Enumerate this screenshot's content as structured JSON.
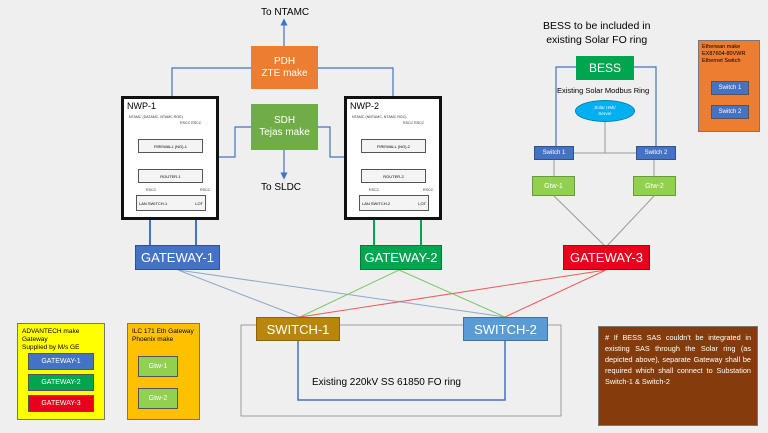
{
  "top_label_ntamc": "To NTAMC",
  "pdh": {
    "line1": "PDH",
    "line2": "ZTE make"
  },
  "sdh": {
    "line1": "SDH",
    "line2": "Tejas make"
  },
  "to_sldc": "To SLDC",
  "nwp1": {
    "title": "NWP-1",
    "top_left": "NTAMC (DATAMC, NTAMC RGE)",
    "top_right": "RSCC  RSCC",
    "firewall": "FIREWALL (NG)-1",
    "router": "ROUTER-1",
    "lan_left": "RSCC",
    "lan_right": "RSCC",
    "switch_left": "LAN SWITCH-1",
    "switch_right": "LOT"
  },
  "nwp2": {
    "title": "NWP-2",
    "top_left": "NTAMC (NNTAMC, NTAMC RGC)",
    "top_right": "RSCC  RSCC",
    "firewall": "FIREWALL (NG)-2",
    "router": "ROUTER-2",
    "lan_left": "RSCC",
    "lan_right": "RSCC",
    "switch_left": "LAN SWITCH-2",
    "switch_right": "LOT"
  },
  "gateway1": "GATEWAY-1",
  "gateway2": "GATEWAY-2",
  "gateway3": "GATEWAY-3",
  "switch1": "SWITCH-1",
  "switch2": "SWITCH-2",
  "fo_ring": "Existing 220kV SS 61850 FO ring",
  "bess_caption": {
    "line1": "BESS to be included in",
    "line2": "existing Solar FO ring"
  },
  "bess": "BESS",
  "modbus_ring": "Existing Solar Modbus Ring",
  "solar_server": {
    "line1": "Solar HMI/",
    "line2": "Server"
  },
  "solar_switch1": "Switch 1",
  "solar_switch2": "Switch 2",
  "gtw1": "Gtw-1",
  "gtw2": "Gtw-2",
  "etherwan": {
    "line1": "Etherwan make",
    "line2": "EX87604-80VWR",
    "line3": "Ethernet Switch",
    "sw1": "Switch 1",
    "sw2": "Switch 2"
  },
  "legend_advantech": {
    "line1": "ADVANTECH make Gateway",
    "line2": "Supplied by M/s GE",
    "g1": "GATEWAY-1",
    "g2": "GATEWAY-2",
    "g3": "GATEWAY-3"
  },
  "legend_ilc": {
    "line1": "ILC 171 Eth Gateway",
    "line2": "Phoenix make",
    "g1": "Gtw-1",
    "g2": "Gtw-2"
  },
  "note": "# If BESS SAS couldn't be integrated in existing SAS through the Solar ring (as depicted above), separate Gateway shall be required which shall connect to Substation Switch-1 & Switch-2",
  "colors": {
    "orange": "#ed7d31",
    "green_dark": "#70ad47",
    "blue_box": "#4472c4",
    "gateway2": "#00a550",
    "gateway3": "#e8001c",
    "switch1": "#b8860b",
    "switch2": "#5b9bd5",
    "bess": "#00a550",
    "gtw": "#92d050",
    "legend_yellow": "#ffff00",
    "legend_gold": "#ffc000",
    "note_brown": "#843c0c",
    "line_blue": "#4472c4"
  }
}
